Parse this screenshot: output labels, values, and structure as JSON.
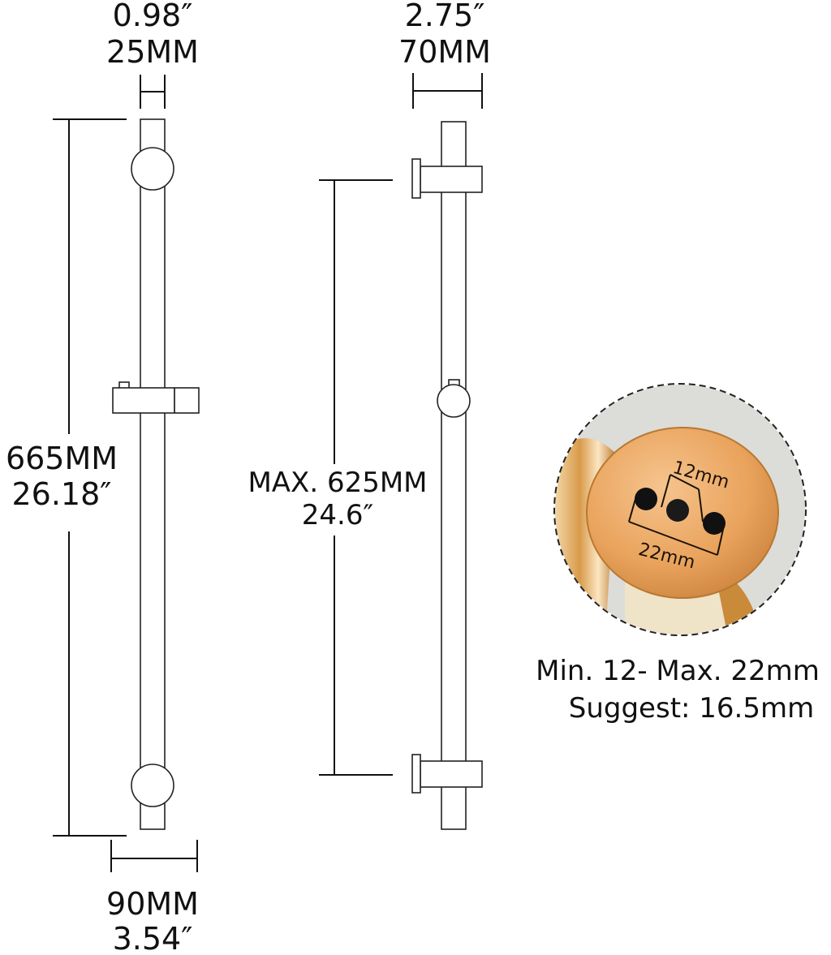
{
  "left_view": {
    "width_in": "0.98″",
    "width_mm": "25MM",
    "height_mm": "665MM",
    "height_in": "26.18″",
    "depth_mm": "90MM",
    "depth_in": "3.54″"
  },
  "right_view": {
    "width_in": "2.75″",
    "width_mm": "70MM",
    "spacing_mm": "MAX. 625MM",
    "spacing_in": "24.6″"
  },
  "detail": {
    "inner_label": "12mm",
    "outer_label": "22mm",
    "range_text": "Min. 12- Max. 22mm",
    "suggest_text": "Suggest: 16.5mm",
    "colors": {
      "gold": "#e9a35c",
      "background": "#d9d9d6"
    }
  }
}
